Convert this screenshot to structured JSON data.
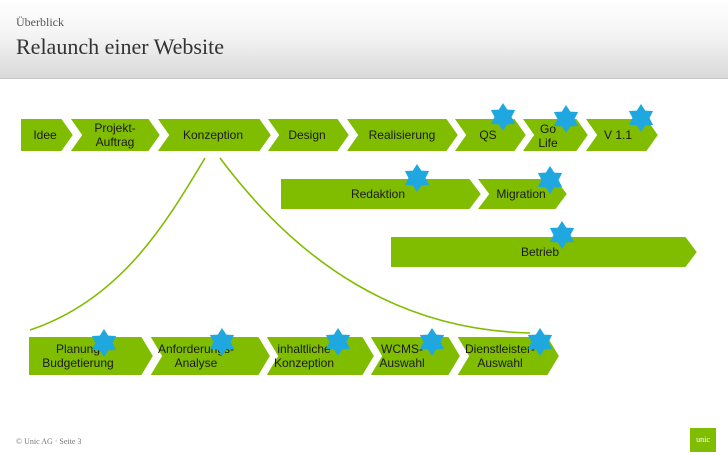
{
  "header": {
    "kicker": "Überblick",
    "title": "Relaunch einer Website"
  },
  "colors": {
    "chevron": "#80bc00",
    "star": "#1fa8e0",
    "line": "#80bc00",
    "text": "#1a1a1a"
  },
  "rows": {
    "main": [
      {
        "lines": [
          "Idee"
        ],
        "star": false
      },
      {
        "lines": [
          "Projekt-",
          "Auftrag"
        ],
        "star": false
      },
      {
        "lines": [
          "Konzeption"
        ],
        "star": false
      },
      {
        "lines": [
          "Design"
        ],
        "star": false
      },
      {
        "lines": [
          "Realisierung"
        ],
        "star": false
      },
      {
        "lines": [
          "QS"
        ],
        "star": true
      },
      {
        "lines": [
          "Go",
          "Life"
        ],
        "star": true
      },
      {
        "lines": [
          "V 1.1"
        ],
        "star": true
      }
    ],
    "content": [
      {
        "lines": [
          "Redaktion"
        ],
        "star": true
      },
      {
        "lines": [
          "Migration"
        ],
        "star": true
      }
    ],
    "operations": [
      {
        "lines": [
          "Betrieb"
        ],
        "star": true
      }
    ],
    "concept": [
      {
        "lines": [
          "Planung",
          "Budgetierung"
        ],
        "star": true
      },
      {
        "lines": [
          "Anforderungs-",
          "Analyse"
        ],
        "star": true
      },
      {
        "lines": [
          "inhaltliche",
          "Konzeption"
        ],
        "star": true
      },
      {
        "lines": [
          "WCMS-",
          "Auswahl"
        ],
        "star": true
      },
      {
        "lines": [
          "Dienstleister-",
          "Auswahl"
        ],
        "star": true
      }
    ]
  },
  "icons": {
    "milestone": "star-icon"
  },
  "footer": {
    "copyright": "© Unic AG  ·  Seite 3",
    "logo": "unic"
  }
}
